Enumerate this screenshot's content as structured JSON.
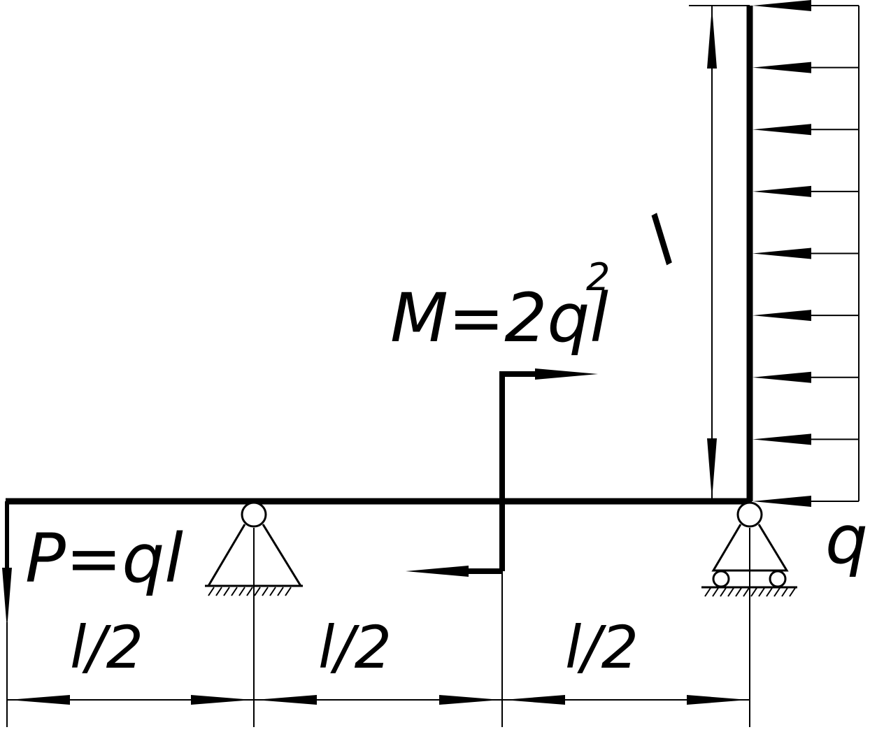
{
  "labels": {
    "moment": "M=2ql",
    "moment_power": "2",
    "force": "P=ql",
    "distributed_load": "q",
    "column_length": "l",
    "span_1": "l/2",
    "span_2": "l/2",
    "span_3": "l/2"
  },
  "distributed_load_arrow_count": 9
}
